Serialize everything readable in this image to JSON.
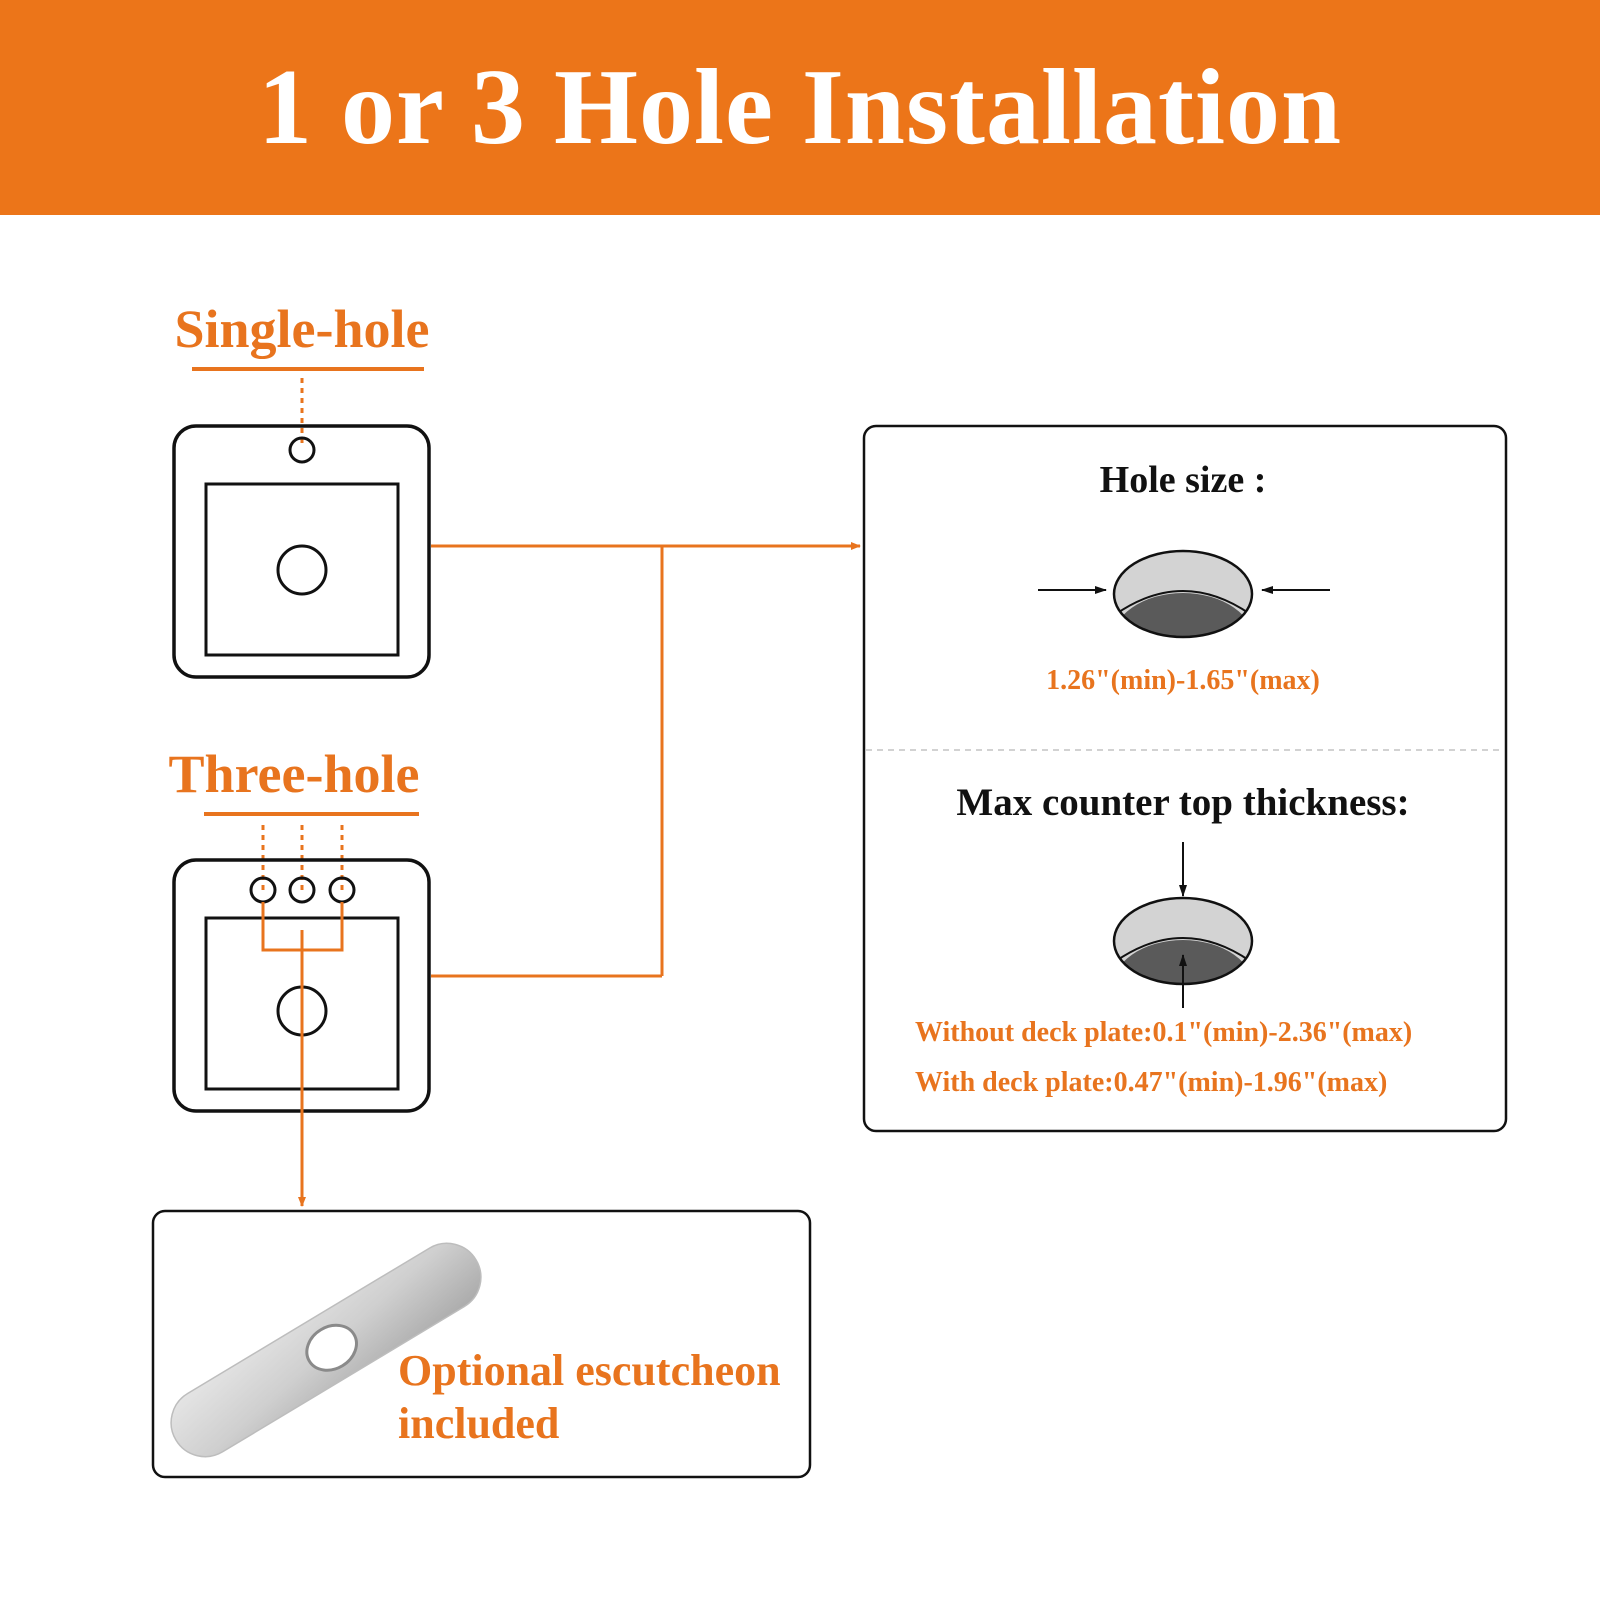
{
  "banner": {
    "title": "1 or 3 Hole Installation"
  },
  "single_hole": {
    "label": "Single-hole"
  },
  "three_hole": {
    "label": "Three-hole"
  },
  "hole_size": {
    "title": "Hole size :",
    "range": "1.26\"(min)-1.65\"(max)"
  },
  "thickness": {
    "title": "Max counter top thickness:",
    "without_plate": "Without deck plate:0.1\"(min)-2.36\"(max)",
    "with_plate": "With deck plate:0.47\"(min)-1.96\"(max)"
  },
  "escutcheon": {
    "line1": "Optional escutcheon",
    "line2": "included"
  },
  "colors": {
    "brand": "#EC7519",
    "accent_text": "#E8741E",
    "outline": "#111111",
    "hole_light": "#D3D3D3",
    "hole_dark": "#5A5A5A"
  }
}
